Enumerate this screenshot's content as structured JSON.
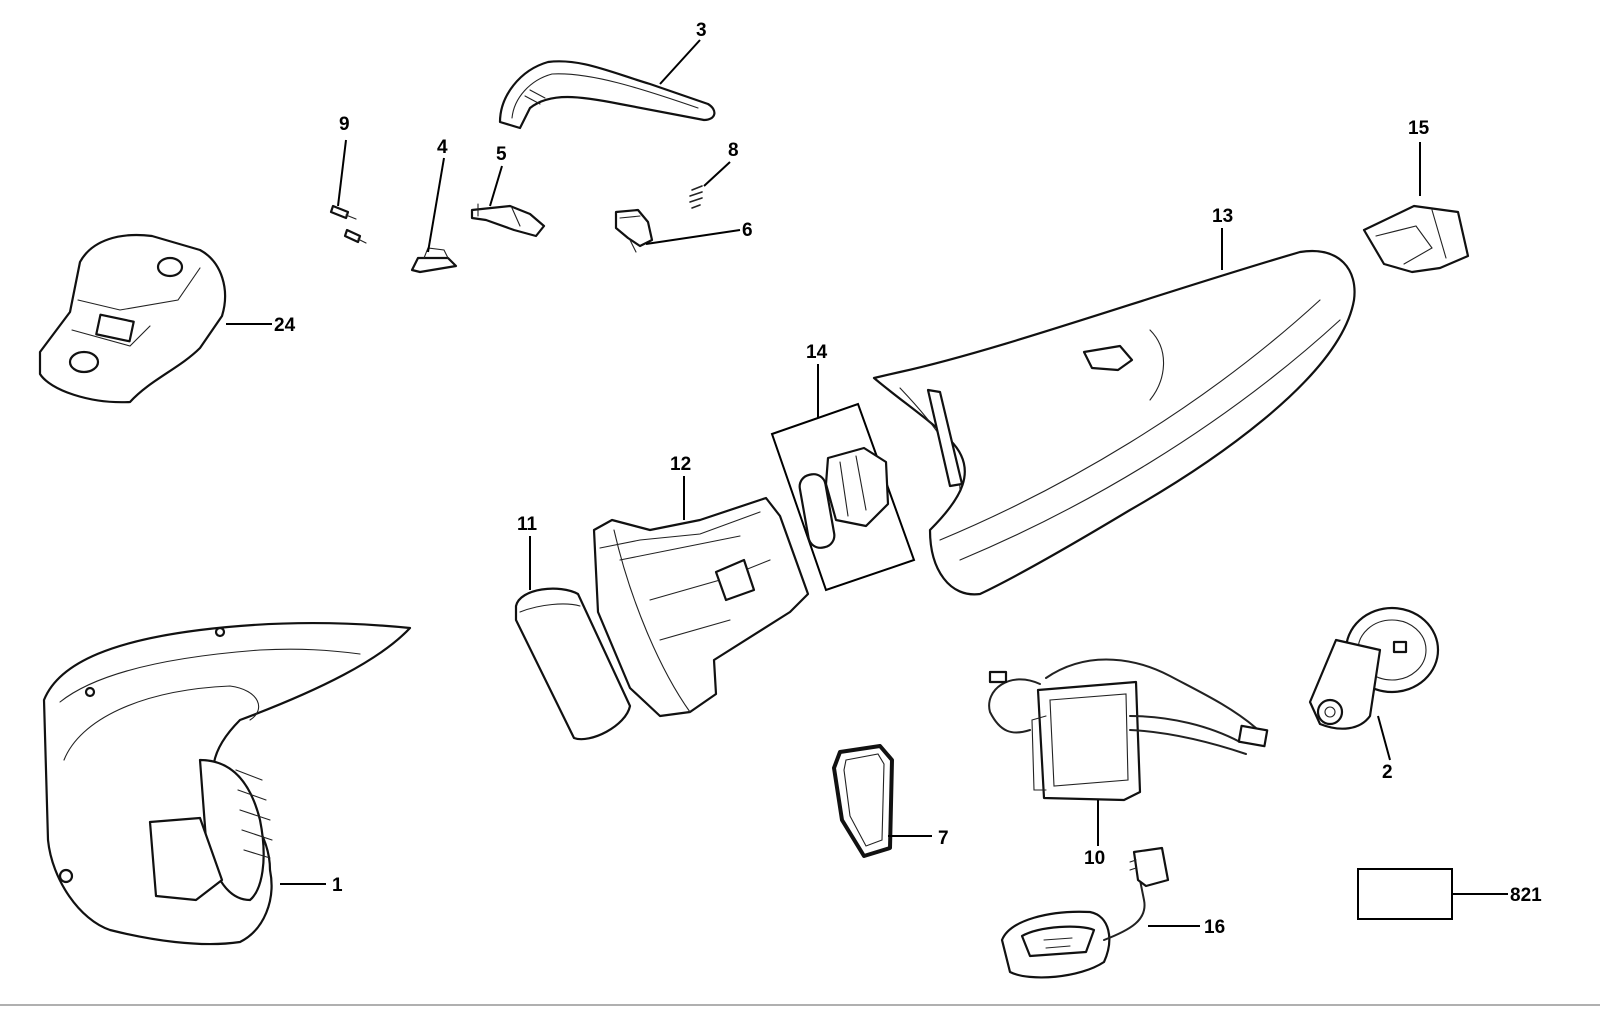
{
  "diagram": {
    "callouts": {
      "c1": "1",
      "c2": "2",
      "c3": "3",
      "c4": "4",
      "c5": "5",
      "c6": "6",
      "c7": "7",
      "c8": "8",
      "c9": "9",
      "c10": "10",
      "c11": "11",
      "c12": "12",
      "c13": "13",
      "c14": "14",
      "c15": "15",
      "c16": "16",
      "c24": "24",
      "c821": "821"
    }
  }
}
